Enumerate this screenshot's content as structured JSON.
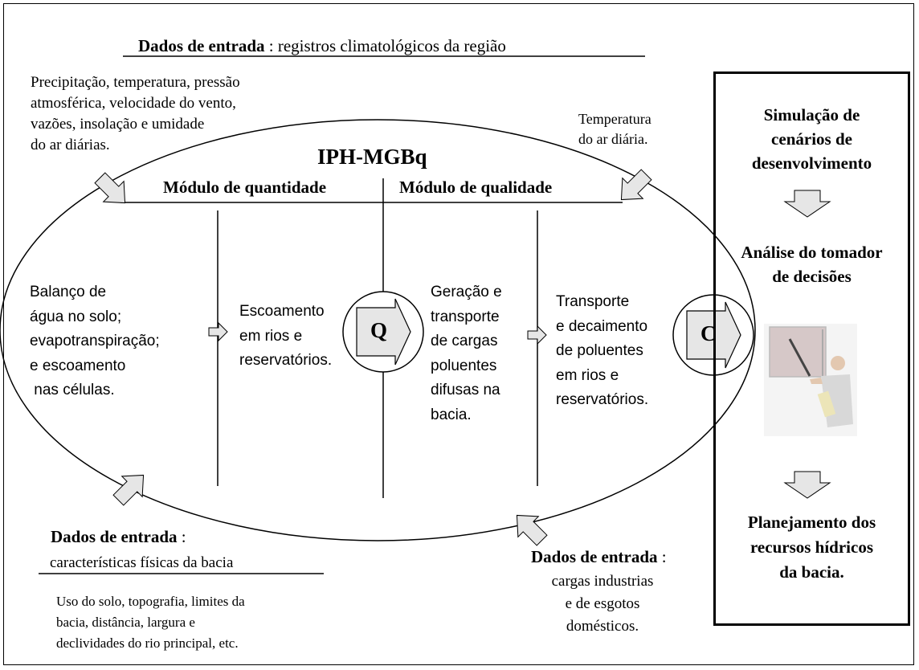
{
  "top_input": {
    "label": "Dados de entrada",
    "sep": " : ",
    "text": "registros climatológicos da região",
    "details": [
      "Precipitação, temperatura, pressão",
      "atmosférica, velocidade do vento,",
      "vazões, insolação e umidade",
      "do ar diárias."
    ]
  },
  "temperature_input": [
    "Temperatura",
    "do ar diária."
  ],
  "model": {
    "title": "IPH-MGBq",
    "quantity_module": "Módulo de quantidade",
    "quality_module": "Módulo de qualidade",
    "water_balance": [
      "Balanço de",
      "água no solo;",
      "evapotranspiração;",
      "e escoamento",
      " nas células."
    ],
    "runoff": [
      "Escoamento",
      "em rios e",
      "reservatórios."
    ],
    "q_symbol": "Q",
    "pollutant_generation": [
      "Geração e",
      "transporte",
      "de cargas",
      "poluentes",
      "difusas na",
      "bacia."
    ],
    "pollutant_transport": [
      "Transporte",
      "e decaimento",
      "de poluentes",
      "em rios e",
      "reservatórios."
    ],
    "c_symbol": "C"
  },
  "bottom_left_input": {
    "label": "Dados de entrada",
    "sep": " :",
    "subtitle": "características físicas da bacia",
    "details": [
      "Uso do solo, topografia, limites da",
      "bacia, distância, largura e",
      "declividades do rio principal, etc."
    ]
  },
  "bottom_right_input": {
    "label": "Dados de entrada",
    "sep": " :",
    "details": [
      "cargas industrias",
      "e de esgotos",
      "domésticos."
    ]
  },
  "decision_panel": {
    "simulation": [
      "Simulação de",
      "cenários de",
      "desenvolvimento"
    ],
    "analysis": [
      "Análise do tomador",
      "de decisões"
    ],
    "planning": [
      "Planejamento dos",
      "recursos hídricos",
      "da bacia."
    ]
  }
}
